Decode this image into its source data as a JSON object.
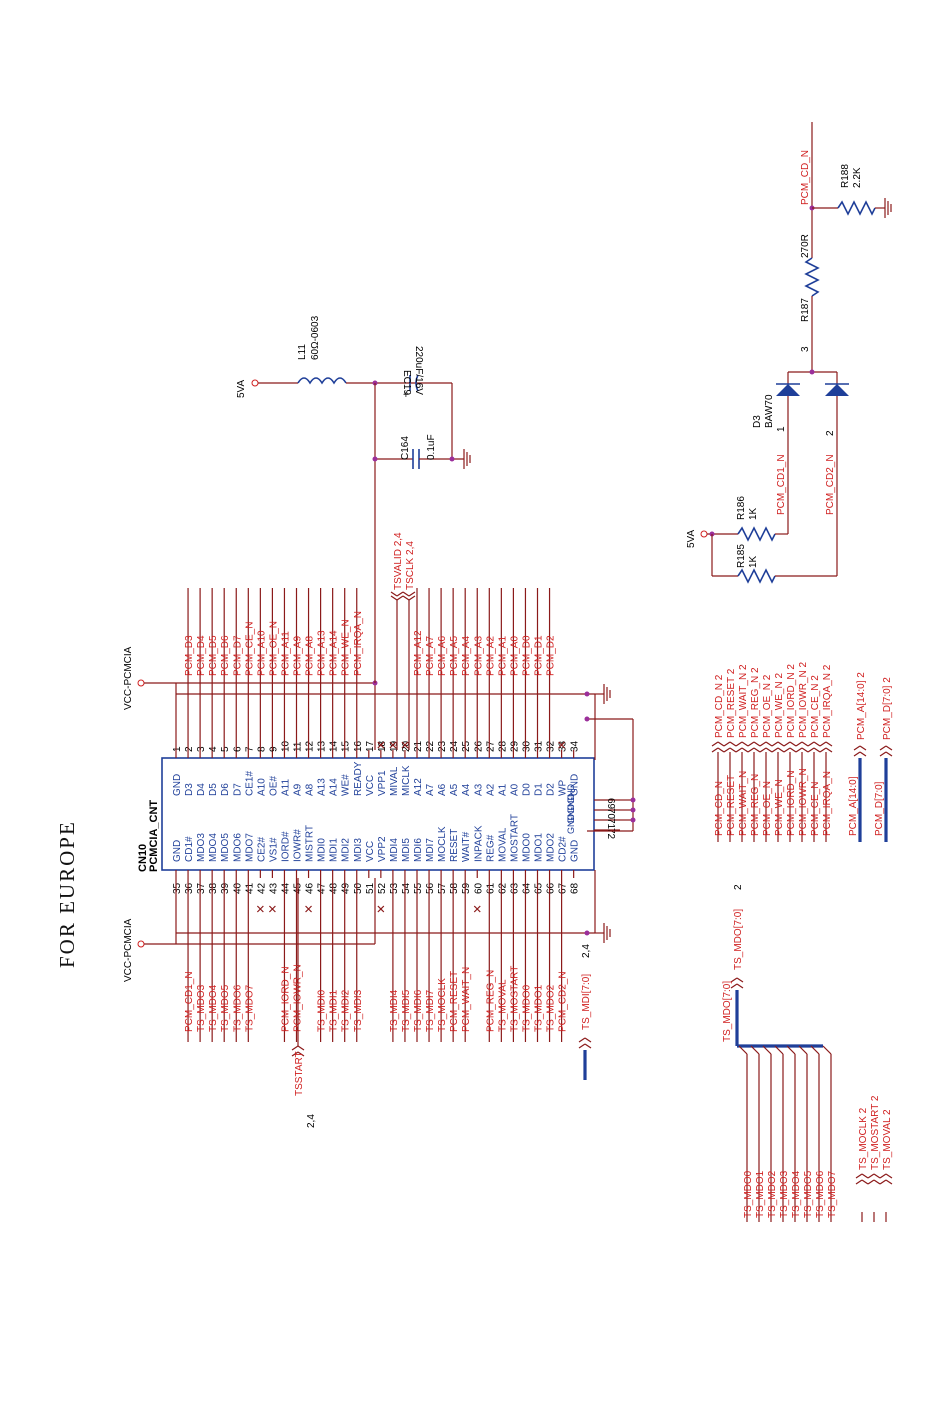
{
  "title": "FOR   EUROPE",
  "colors": {
    "wire": "#8b1a1a",
    "body": "#1f3f99",
    "net": "#d02020",
    "junction": "#9b2f9b"
  },
  "connector": {
    "ref": "CN10",
    "part": "PCMCIA_CNT",
    "left": [
      {
        "num": "1",
        "pin": "GND",
        "net": ""
      },
      {
        "num": "2",
        "pin": "D3",
        "net": "PCM_D3"
      },
      {
        "num": "3",
        "pin": "D4",
        "net": "PCM_D4"
      },
      {
        "num": "4",
        "pin": "D5",
        "net": "PCM_D5"
      },
      {
        "num": "5",
        "pin": "D6",
        "net": "PCM_D6"
      },
      {
        "num": "6",
        "pin": "D7",
        "net": "PCM_D7"
      },
      {
        "num": "7",
        "pin": "CE1#",
        "net": "PCM_CE_N"
      },
      {
        "num": "8",
        "pin": "A10",
        "net": "PCM_A10"
      },
      {
        "num": "9",
        "pin": "OE#",
        "net": "PCM_OE_N"
      },
      {
        "num": "10",
        "pin": "A11",
        "net": "PCM_A11"
      },
      {
        "num": "11",
        "pin": "A9",
        "net": "PCM_A9"
      },
      {
        "num": "12",
        "pin": "A8",
        "net": "PCM_A8"
      },
      {
        "num": "13",
        "pin": "A13",
        "net": "PCM_A13"
      },
      {
        "num": "14",
        "pin": "A14",
        "net": "PCM_A14"
      },
      {
        "num": "15",
        "pin": "WE#",
        "net": "PCM_WE_N"
      },
      {
        "num": "16",
        "pin": "READY",
        "net": "PCM_IRQA_N"
      },
      {
        "num": "17",
        "pin": "VCC",
        "net": ""
      },
      {
        "num": "18",
        "pin": "VPP1",
        "net": ""
      },
      {
        "num": "19",
        "pin": "MIVAL",
        "net": ""
      },
      {
        "num": "20",
        "pin": "MICLK",
        "net": ""
      },
      {
        "num": "21",
        "pin": "A12",
        "net": "PCM_A12"
      },
      {
        "num": "22",
        "pin": "A7",
        "net": "PCM_A7"
      },
      {
        "num": "23",
        "pin": "A6",
        "net": "PCM_A6"
      },
      {
        "num": "24",
        "pin": "A5",
        "net": "PCM_A5"
      },
      {
        "num": "25",
        "pin": "A4",
        "net": "PCM_A4"
      },
      {
        "num": "26",
        "pin": "A3",
        "net": "PCM_A3"
      },
      {
        "num": "27",
        "pin": "A2",
        "net": "PCM_A2"
      },
      {
        "num": "28",
        "pin": "A1",
        "net": "PCM_A1"
      },
      {
        "num": "29",
        "pin": "A0",
        "net": "PCM_A0"
      },
      {
        "num": "30",
        "pin": "D0",
        "net": "PCM_D0"
      },
      {
        "num": "31",
        "pin": "D1",
        "net": "PCM_D1"
      },
      {
        "num": "32",
        "pin": "D2",
        "net": "PCM_D2"
      },
      {
        "num": "33",
        "pin": "WP",
        "net": ""
      },
      {
        "num": "34",
        "pin": "GND",
        "net": ""
      }
    ],
    "right": [
      {
        "num": "35",
        "pin": "GND",
        "net": ""
      },
      {
        "num": "36",
        "pin": "CD1#",
        "net": "PCM_CD1_N"
      },
      {
        "num": "37",
        "pin": "MDO3",
        "net": "TS_MDO3"
      },
      {
        "num": "38",
        "pin": "MDO4",
        "net": "TS_MDO4"
      },
      {
        "num": "39",
        "pin": "MDO5",
        "net": "TS_MDO5"
      },
      {
        "num": "40",
        "pin": "MDO6",
        "net": "TS_MDO6"
      },
      {
        "num": "41",
        "pin": "MDO7",
        "net": "TS_MDO7"
      },
      {
        "num": "42",
        "pin": "CE2#",
        "net": ""
      },
      {
        "num": "43",
        "pin": "VS1#",
        "net": ""
      },
      {
        "num": "44",
        "pin": "IORD#",
        "net": "PCM_IORD_N"
      },
      {
        "num": "45",
        "pin": "IOWR#",
        "net": "PCM_IOWR_N"
      },
      {
        "num": "46",
        "pin": "MISTRT",
        "net": ""
      },
      {
        "num": "47",
        "pin": "MDI0",
        "net": "TS_MDI0"
      },
      {
        "num": "48",
        "pin": "MDI1",
        "net": "TS_MDI1"
      },
      {
        "num": "49",
        "pin": "MDI2",
        "net": "TS_MDI2"
      },
      {
        "num": "50",
        "pin": "MDI3",
        "net": "TS_MDI3"
      },
      {
        "num": "51",
        "pin": "VCC",
        "net": ""
      },
      {
        "num": "52",
        "pin": "VPP2",
        "net": ""
      },
      {
        "num": "53",
        "pin": "MDI4",
        "net": "TS_MDI4"
      },
      {
        "num": "54",
        "pin": "MDI5",
        "net": "TS_MDI5"
      },
      {
        "num": "55",
        "pin": "MDI6",
        "net": "TS_MDI6"
      },
      {
        "num": "56",
        "pin": "MDI7",
        "net": "TS_MDI7"
      },
      {
        "num": "57",
        "pin": "MOCLK",
        "net": "TS_MOCLK"
      },
      {
        "num": "58",
        "pin": "RESET",
        "net": "PCM_RESET"
      },
      {
        "num": "59",
        "pin": "WAIT#",
        "net": "PCM_WAIT_N"
      },
      {
        "num": "60",
        "pin": "INPACK",
        "net": ""
      },
      {
        "num": "61",
        "pin": "REG#",
        "net": "PCM_REG_N"
      },
      {
        "num": "62",
        "pin": "MOVAL",
        "net": "TS_MOVAL"
      },
      {
        "num": "63",
        "pin": "MOSTART",
        "net": "TS_MOSTART"
      },
      {
        "num": "64",
        "pin": "MDO0",
        "net": "TS_MDO0"
      },
      {
        "num": "65",
        "pin": "MDO1",
        "net": "TS_MDO1"
      },
      {
        "num": "66",
        "pin": "MDO2",
        "net": "TS_MDO2"
      },
      {
        "num": "67",
        "pin": "CD2#",
        "net": "PCM_CD2_N"
      },
      {
        "num": "68",
        "pin": "GND",
        "net": ""
      }
    ],
    "extra_pins": [
      {
        "num": "69",
        "pin": "GND"
      },
      {
        "num": "70",
        "pin": "GND"
      },
      {
        "num": "71",
        "pin": "GND"
      },
      {
        "num": "72",
        "pin": "GND"
      }
    ]
  },
  "power": {
    "vcc_pcmcia": "VCC-PCMCIA",
    "vcc_pcmcia_2": "VCC-PCMCIA",
    "five_va": "5VA",
    "five_va_2": "5VA"
  },
  "offpage": {
    "tsvalid": "TSVALID  2,4",
    "tsclk": "TSCLK  2,4",
    "tsstart": "TSSTART",
    "tsstart_ref": "2,4",
    "ts_mdi": "TS_MDI[7:0]",
    "ts_mdi_ref": "2,4",
    "ts_mdo_port": "TS_MDO[7:0]",
    "ts_mdo_ref": "2",
    "ts_mdo_bus": "TS_MDO[7:0]",
    "ts_mdo_lines": [
      "TS_MDO0",
      "TS_MDO1",
      "TS_MDO2",
      "TS_MDO3",
      "TS_MDO4",
      "TS_MDO5",
      "TS_MDO6",
      "TS_MDO7"
    ],
    "ts_small": [
      "TS_MOCLK  2",
      "TS_MOSTART  2",
      "TS_MOVAL  2"
    ],
    "pcm_ports": [
      "PCM_CD_N",
      "PCM_RESET",
      "PCM_WAIT_N",
      "PCM_REG_N",
      "PCM_OE_N",
      "PCM_WE_N",
      "PCM_IORD_N",
      "PCM_IOWR_N",
      "PCM_CE_N",
      "PCM_IRQA_N"
    ],
    "pcm_port_labels": [
      "PCM_CD_N  2",
      "PCM_RESET  2",
      "PCM_WAIT_N  2",
      "PCM_REG_N  2",
      "PCM_OE_N  2",
      "PCM_WE_N  2",
      "PCM_IORD_N  2",
      "PCM_IOWR_N  2",
      "PCM_CE_N  2",
      "PCM_IRQA_N  2"
    ],
    "pcm_a_bus": "PCM_A[14:0]",
    "pcm_a_port": "PCM_A[14:0]  2",
    "pcm_d_bus": "PCM_D[7:0]",
    "pcm_d_port": "PCM_D[7:0]  2"
  },
  "components": {
    "l11": {
      "ref": "L11",
      "value": "60Ω-0603"
    },
    "ec19": {
      "ref": "EC19",
      "value": "220uF/16V",
      "plus": "+"
    },
    "c164": {
      "ref": "C164",
      "value": "0.1uF"
    },
    "d3": {
      "ref": "D3",
      "part": "BAW70",
      "pin1": "1",
      "pin2": "2",
      "pin3": "3"
    },
    "r185": {
      "ref": "R185",
      "value": "1K"
    },
    "r186": {
      "ref": "R186",
      "value": "1K"
    },
    "r187": {
      "ref": "R187",
      "value": "270R"
    },
    "r188": {
      "ref": "R188",
      "value": "2.2K"
    },
    "net_cd_n": "PCM_CD_N",
    "net_cd1_n": "PCM_CD1_N",
    "net_cd2_n": "PCM_CD2_N"
  }
}
